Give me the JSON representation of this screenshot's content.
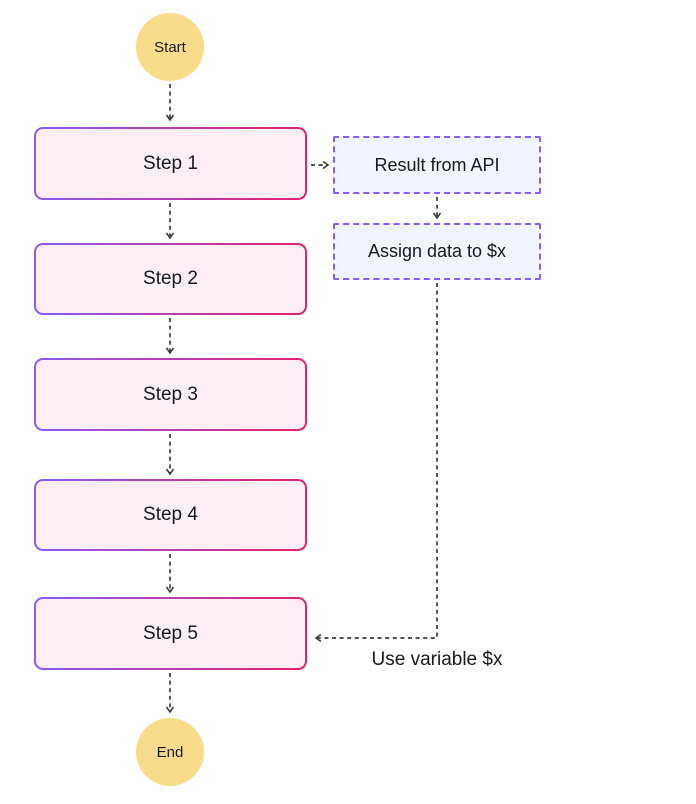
{
  "diagram": {
    "type": "flowchart",
    "start_label": "Start",
    "end_label": "End",
    "steps": [
      "Step 1",
      "Step 2",
      "Step 3",
      "Step 4",
      "Step 5"
    ],
    "notes": {
      "result": "Result from API",
      "assign": "Assign data to $x"
    },
    "annotations": {
      "use_variable": "Use variable $x"
    },
    "edges": [
      "Start -> Step 1",
      "Step 1 -> Step 2",
      "Step 2 -> Step 3",
      "Step 3 -> Step 4",
      "Step 4 -> Step 5",
      "Step 5 -> End",
      "Step 1 -> Result from API",
      "Result from API -> Assign data to $x",
      "Assign data to $x -> Step 5 (Use variable $x)"
    ],
    "colors": {
      "terminal_fill": "#f8dc8c",
      "step_fill": "#fdeef6",
      "step_border_left": "#8a5cf0",
      "step_border_right": "#e3216f",
      "note_fill": "#f0f4fe",
      "note_border": "#8a5cf0",
      "arrow": "#3b3b3b",
      "text": "#16191f",
      "background": "#ffffff"
    }
  }
}
